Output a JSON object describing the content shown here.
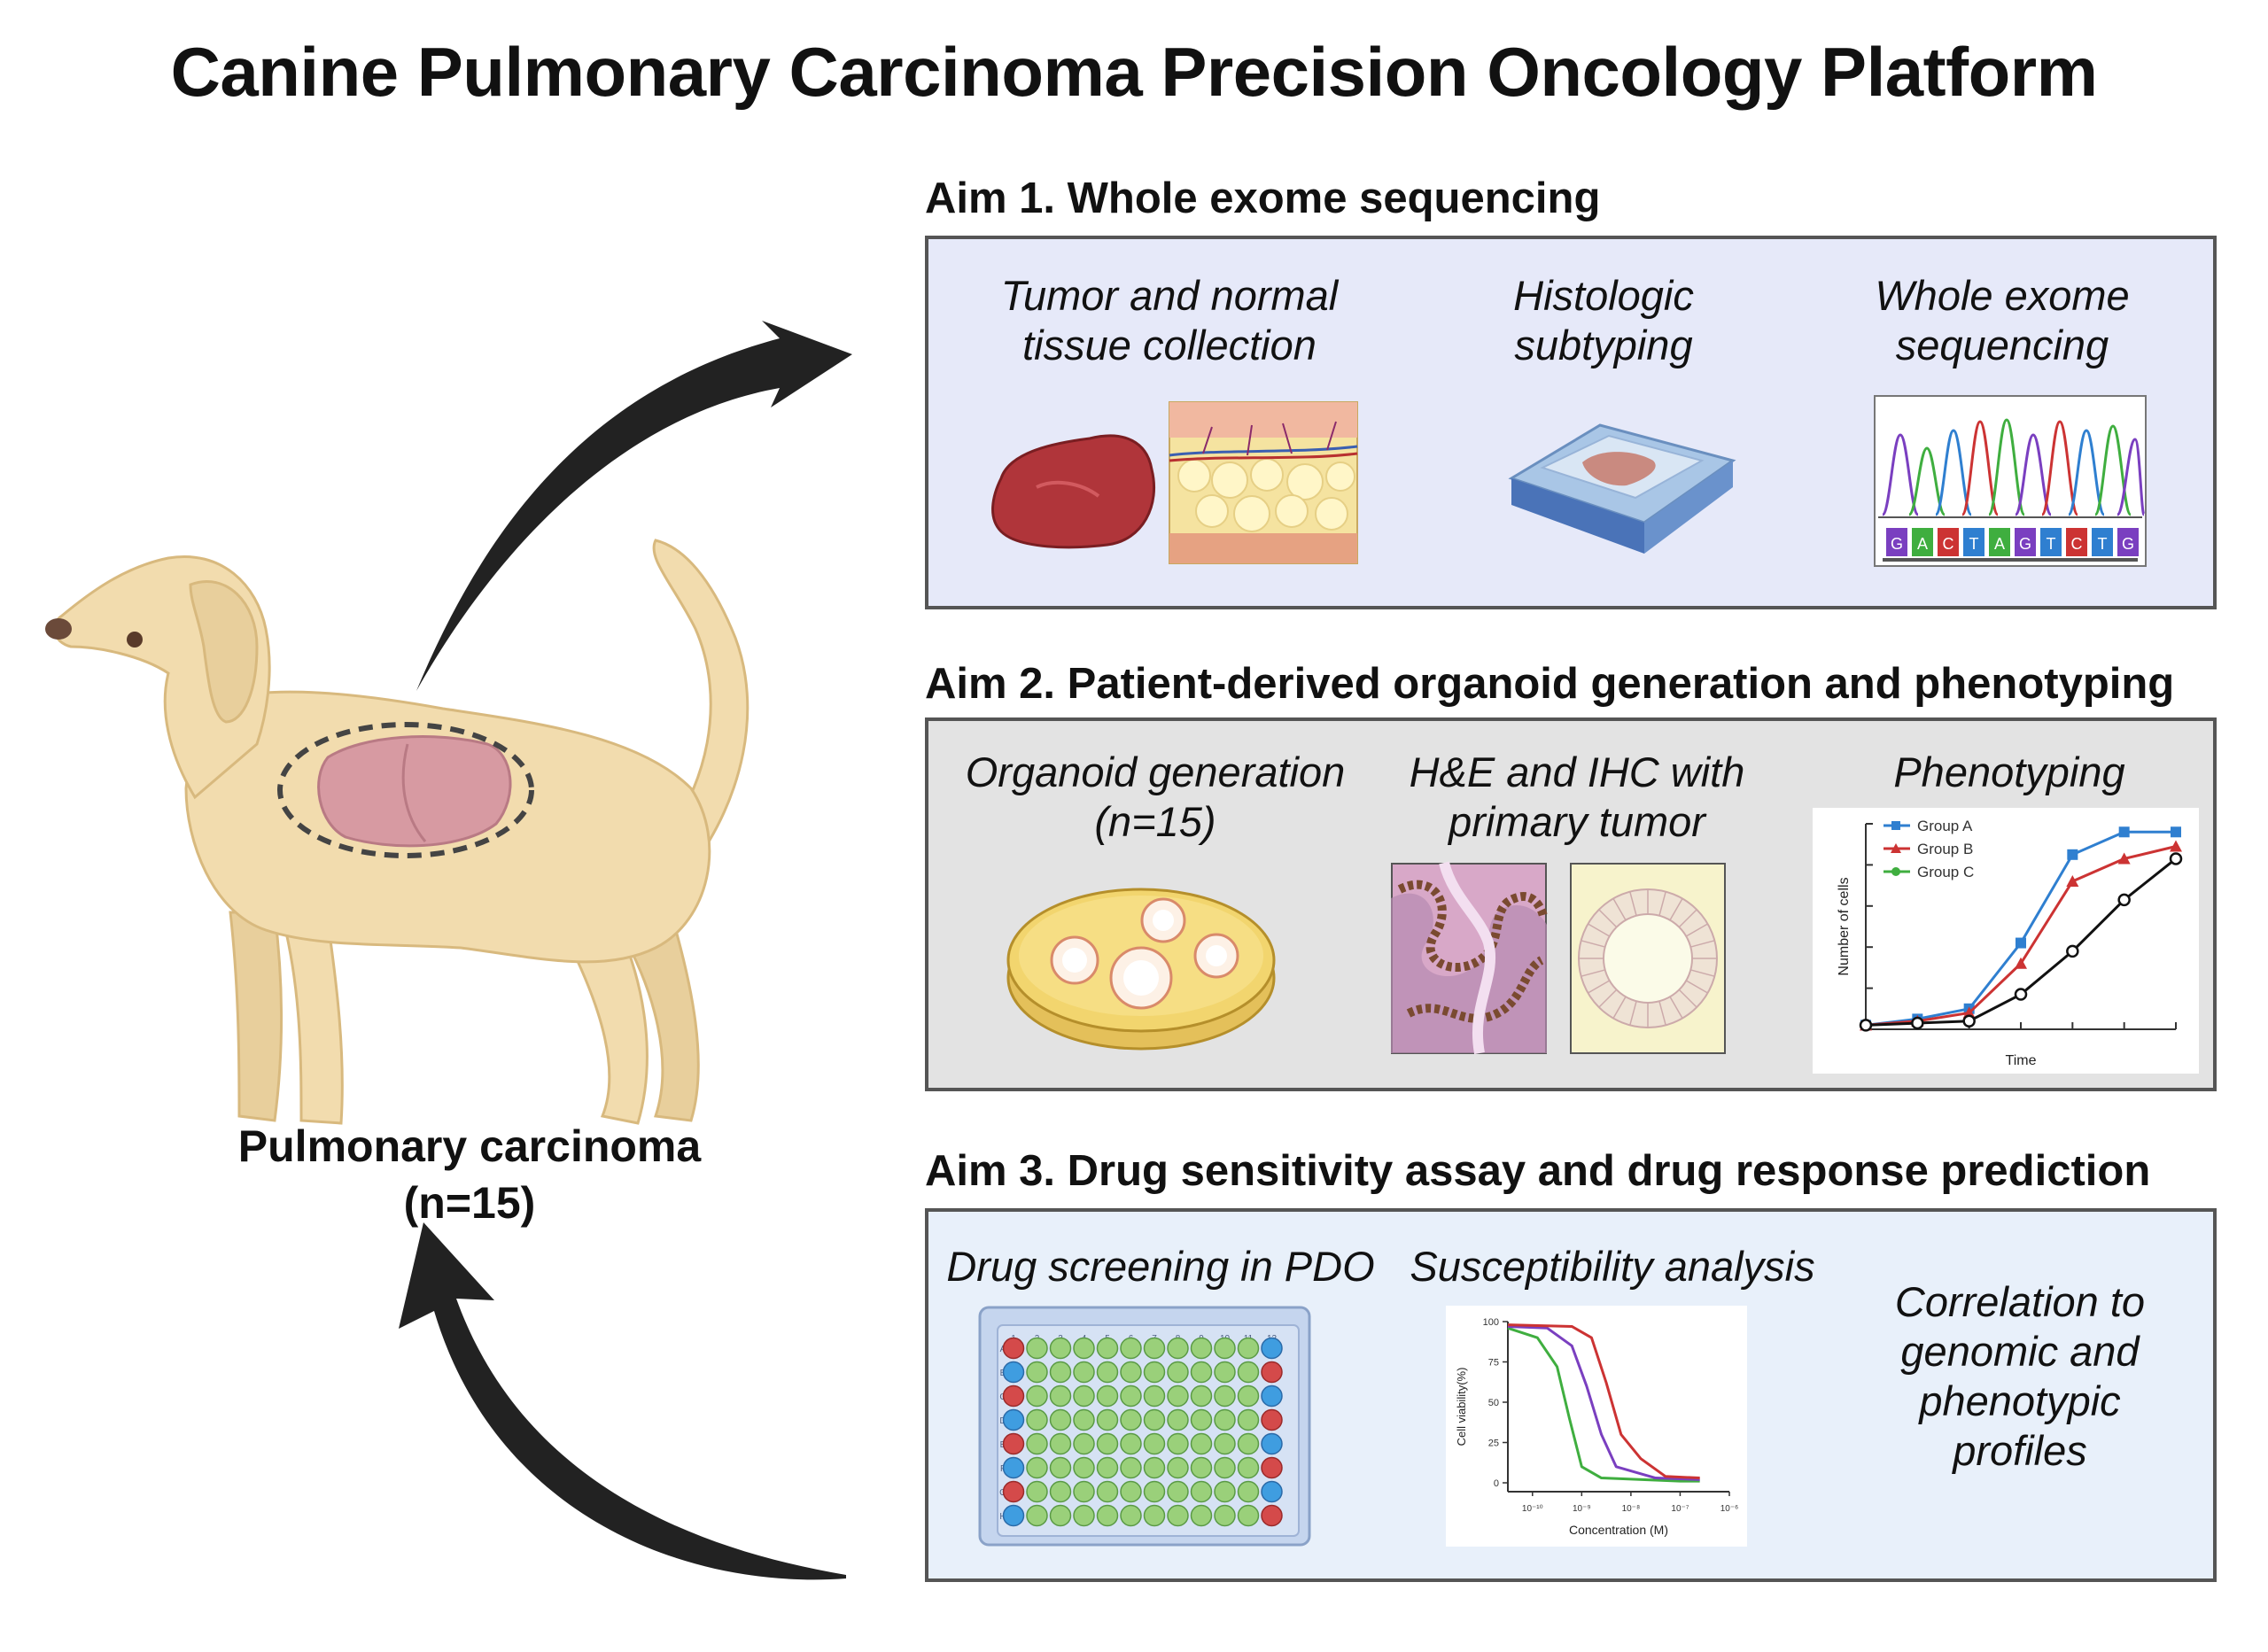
{
  "title": "Canine Pulmonary Carcinoma Precision Oncology Platform",
  "colors": {
    "panel1_bg": "#e6e9f9",
    "panel2_bg": "#e3e3e3",
    "panel3_bg": "#e8f0fa",
    "arrow": "#222222",
    "dog": "#f2dcae",
    "lung": "#d79aa2"
  },
  "dog": {
    "label_line1": "Pulmonary carcinoma",
    "label_line2": "(n=15)"
  },
  "aim1": {
    "title": "Aim 1. Whole exome sequencing",
    "captions": [
      {
        "line1": "Tumor and normal",
        "line2": "tissue collection"
      },
      {
        "line1": "Histologic",
        "line2": "subtyping"
      },
      {
        "line1": "Whole exome",
        "line2": "sequencing"
      }
    ],
    "sequence": [
      "G",
      "A",
      "C",
      "T",
      "A",
      "G",
      "T",
      "C",
      "T",
      "G"
    ]
  },
  "aim2": {
    "title": "Aim 2. Patient-derived organoid generation and phenotyping",
    "captions": [
      {
        "line1": "Organoid generation",
        "line2": "(n=15)"
      },
      {
        "line1": "H&E and IHC with",
        "line2": "primary tumor"
      },
      {
        "line1": "Phenotyping",
        "line2": ""
      }
    ],
    "chart_data": {
      "type": "line",
      "xlabel": "Time",
      "ylabel": "Number of cells",
      "x": [
        0,
        1,
        2,
        3,
        4,
        5,
        6
      ],
      "ylim": [
        0,
        10
      ],
      "series": [
        {
          "name": "Group A",
          "color": "#2f7fd0",
          "marker": "square",
          "values": [
            0.2,
            0.5,
            1.0,
            4.2,
            8.5,
            9.6,
            9.6
          ]
        },
        {
          "name": "Group B",
          "color": "#cc3333",
          "marker": "triangle",
          "values": [
            0.2,
            0.4,
            0.8,
            3.2,
            7.2,
            8.3,
            8.9
          ]
        },
        {
          "name": "Group C",
          "color": "#3fae3f",
          "marker": "circle",
          "values": [
            0.2,
            0.3,
            0.4,
            1.7,
            3.8,
            6.3,
            8.3
          ]
        }
      ]
    }
  },
  "aim3": {
    "title": "Aim 3. Drug sensitivity assay and drug response prediction",
    "captions": [
      {
        "line1": "Drug screening in PDO"
      },
      {
        "line1": "Susceptibility analysis"
      },
      {
        "line1": "Correlation to",
        "line2": "genomic and",
        "line3": "phenotypic",
        "line4": "profiles"
      }
    ],
    "plate": {
      "columns": [
        "1",
        "2",
        "3",
        "4",
        "5",
        "6",
        "7",
        "8",
        "9",
        "10",
        "11",
        "12"
      ],
      "rows": [
        "A",
        "B",
        "C",
        "D",
        "E",
        "F",
        "G",
        "H"
      ]
    },
    "chart_data": {
      "type": "line",
      "xlabel": "Concentration (M)",
      "ylabel": "Cell viability(%)",
      "yticks": [
        "100",
        "75",
        "50",
        "25",
        "0"
      ],
      "xticks": [
        "10⁻¹⁰",
        "10⁻⁹",
        "10⁻⁸",
        "10⁻⁷",
        "10⁻⁶"
      ],
      "ylim": [
        0,
        100
      ],
      "series": [
        {
          "color": "#3fae3f",
          "points": [
            [
              -10.5,
              96
            ],
            [
              -9.9,
              90
            ],
            [
              -9.5,
              72
            ],
            [
              -9.25,
              40
            ],
            [
              -9.0,
              10
            ],
            [
              -8.6,
              3
            ],
            [
              -7.0,
              1
            ],
            [
              -6.6,
              1
            ]
          ]
        },
        {
          "color": "#7a3fc0",
          "points": [
            [
              -10.5,
              97
            ],
            [
              -9.7,
              96
            ],
            [
              -9.2,
              85
            ],
            [
              -8.9,
              60
            ],
            [
              -8.6,
              30
            ],
            [
              -8.3,
              10
            ],
            [
              -7.5,
              3
            ],
            [
              -6.6,
              2
            ]
          ]
        },
        {
          "color": "#cc3333",
          "points": [
            [
              -10.5,
              98
            ],
            [
              -9.2,
              97
            ],
            [
              -8.8,
              90
            ],
            [
              -8.5,
              62
            ],
            [
              -8.2,
              30
            ],
            [
              -7.8,
              15
            ],
            [
              -7.3,
              4
            ],
            [
              -6.6,
              3
            ]
          ]
        }
      ]
    }
  }
}
